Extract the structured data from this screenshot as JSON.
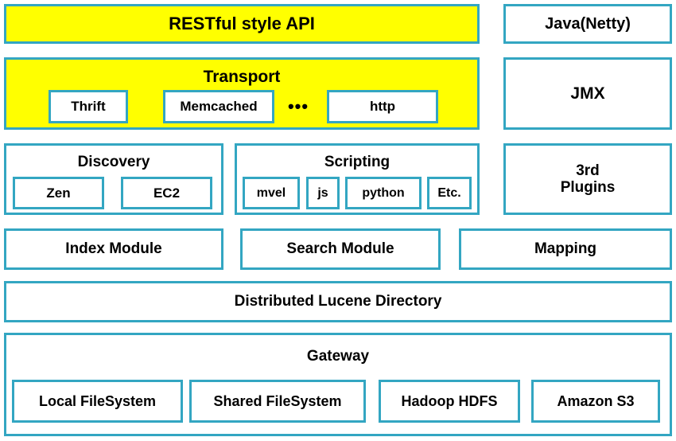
{
  "colors": {
    "border": "#33a6c2",
    "highlight": "#ffff00",
    "box_fill": "#ffffff",
    "text": "#000000"
  },
  "layers": {
    "api": {
      "label": "RESTful style API"
    },
    "runtime": {
      "label": "Java(Netty)"
    },
    "transport": {
      "label": "Transport",
      "protocols": [
        {
          "label": "Thrift"
        },
        {
          "label": "Memcached"
        },
        {
          "label": "http"
        }
      ],
      "ellipsis": "•••"
    },
    "management": {
      "label": "JMX"
    },
    "discovery": {
      "label": "Discovery",
      "providers": [
        {
          "label": "Zen"
        },
        {
          "label": "EC2"
        }
      ]
    },
    "scripting": {
      "label": "Scripting",
      "engines": [
        {
          "label": "mvel"
        },
        {
          "label": "js"
        },
        {
          "label": "python"
        },
        {
          "label": "Etc."
        }
      ]
    },
    "plugins": {
      "label": "3rd\nPlugins"
    },
    "modules": [
      {
        "label": "Index Module"
      },
      {
        "label": "Search Module"
      },
      {
        "label": "Mapping"
      }
    ],
    "storage_engine": {
      "label": "Distributed Lucene Directory"
    },
    "gateway": {
      "label": "Gateway",
      "backends": [
        {
          "label": "Local FileSystem"
        },
        {
          "label": "Shared FileSystem"
        },
        {
          "label": "Hadoop HDFS"
        },
        {
          "label": "Amazon S3"
        }
      ]
    }
  }
}
